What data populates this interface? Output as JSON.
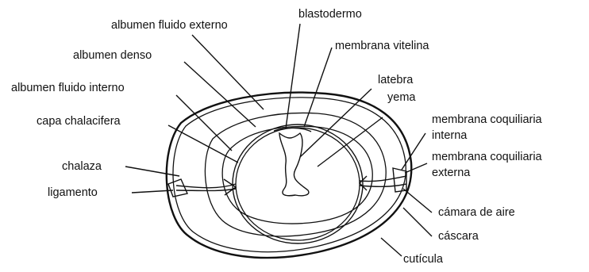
{
  "diagram": {
    "labels": {
      "albumen_fluido_externo": "albumen fluido externo",
      "blastodermo": "blastodermo",
      "membrana_vitelina": "membrana vitelina",
      "albumen_denso": "albumen denso",
      "latebra": "latebra",
      "albumen_fluido_interno": "albumen fluido interno",
      "yema": "yema",
      "capa_chalacifera": "capa chalacifera",
      "membrana_coquiliaria_interna_1": "membrana coquiliaria",
      "membrana_coquiliaria_interna_2": "interna",
      "membrana_coquiliaria_externa_1": "membrana coquiliaria",
      "membrana_coquiliaria_externa_2": "externa",
      "chalaza": "chalaza",
      "ligamento": "ligamento",
      "camara_de_aire": "cámara de aire",
      "cascara": "cáscara",
      "cuticula": "cutícula"
    }
  }
}
